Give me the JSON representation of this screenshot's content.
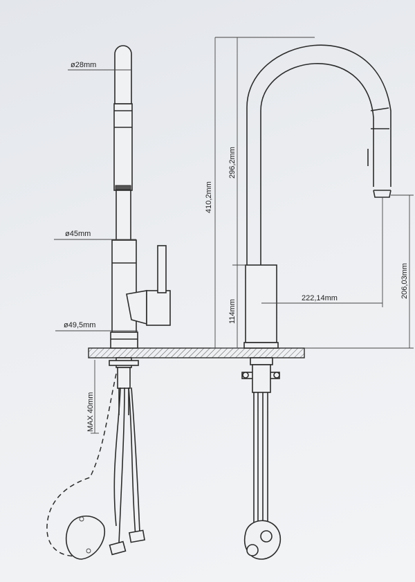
{
  "dimensions": {
    "spout_diameter": "ø28mm",
    "body_diameter": "ø45mm",
    "base_diameter": "ø49,5mm",
    "max_deck": "MAX 40mm",
    "total_height": "410,2mm",
    "spout_height": "296,2mm",
    "body_height": "114mm",
    "reach": "222,14mm",
    "spout_clearance": "206,03mm"
  },
  "colors": {
    "line": "#2b2b2b",
    "background": "#e8eaee"
  }
}
